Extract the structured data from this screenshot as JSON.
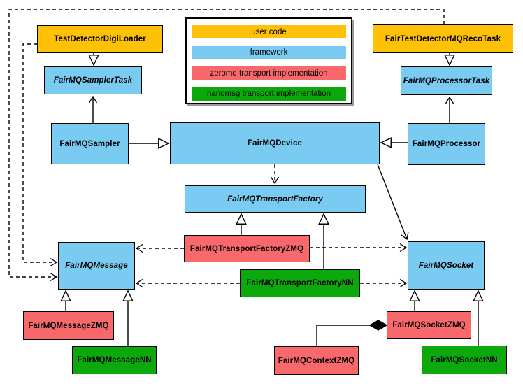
{
  "colors": {
    "user_code": "#FFC107",
    "framework": "#79CBF1",
    "zeromq": "#F9696C",
    "nanomsg": "#0BA90B",
    "line": "#000000",
    "legend_shadow": "#9b9b9b"
  },
  "legend": {
    "items": [
      {
        "label": "user code",
        "color_key": "user_code"
      },
      {
        "label": "framework",
        "color_key": "framework"
      },
      {
        "label": "zeromq transport implementation",
        "color_key": "zeromq"
      },
      {
        "label": "nanomsg transport implementation",
        "color_key": "nanomsg"
      }
    ]
  },
  "nodes": {
    "test_detector_digi_loader": {
      "label": "TestDetectorDigiLoader",
      "category": "user_code",
      "abstract": false
    },
    "fair_test_detector_mq_reco_task": {
      "label": "FairTestDetectorMQRecoTask",
      "category": "user_code",
      "abstract": false
    },
    "fair_mq_sampler_task": {
      "label": "FairMQSamplerTask",
      "category": "framework",
      "abstract": true
    },
    "fair_mq_processor_task": {
      "label": "FairMQProcessorTask",
      "category": "framework",
      "abstract": true
    },
    "fair_mq_sampler": {
      "label": "FairMQSampler",
      "category": "framework",
      "abstract": false
    },
    "fair_mq_device": {
      "label": "FairMQDevice",
      "category": "framework",
      "abstract": false
    },
    "fair_mq_processor": {
      "label": "FairMQProcessor",
      "category": "framework",
      "abstract": false
    },
    "fair_mq_transport_factory": {
      "label": "FairMQTransportFactory",
      "category": "framework",
      "abstract": true
    },
    "fair_mq_transport_factory_zmq": {
      "label": "FairMQTransportFactoryZMQ",
      "category": "zeromq",
      "abstract": false
    },
    "fair_mq_transport_factory_nn": {
      "label": "FairMQTransportFactoryNN",
      "category": "nanomsg",
      "abstract": false
    },
    "fair_mq_message": {
      "label": "FairMQMessage",
      "category": "framework",
      "abstract": true
    },
    "fair_mq_socket": {
      "label": "FairMQSocket",
      "category": "framework",
      "abstract": true
    },
    "fair_mq_message_zmq": {
      "label": "FairMQMessageZMQ",
      "category": "zeromq",
      "abstract": false
    },
    "fair_mq_message_nn": {
      "label": "FairMQMessageNN",
      "category": "nanomsg",
      "abstract": false
    },
    "fair_mq_context_zmq": {
      "label": "FairMQContextZMQ",
      "category": "zeromq",
      "abstract": false
    },
    "fair_mq_socket_zmq": {
      "label": "FairMQSocketZMQ",
      "category": "zeromq",
      "abstract": false
    },
    "fair_mq_socket_nn": {
      "label": "FairMQSocketNN",
      "category": "nanomsg",
      "abstract": false
    }
  },
  "relationships": [
    {
      "from": "TestDetectorDigiLoader",
      "to": "FairMQSamplerTask",
      "type": "inheritance",
      "line": "solid"
    },
    {
      "from": "FairTestDetectorMQRecoTask",
      "to": "FairMQProcessorTask",
      "type": "inheritance",
      "line": "solid"
    },
    {
      "from": "FairMQSampler",
      "to": "FairMQDevice",
      "type": "inheritance",
      "line": "solid"
    },
    {
      "from": "FairMQProcessor",
      "to": "FairMQDevice",
      "type": "inheritance",
      "line": "solid"
    },
    {
      "from": "FairMQSampler",
      "to": "FairMQSamplerTask",
      "type": "association",
      "line": "solid"
    },
    {
      "from": "FairMQProcessor",
      "to": "FairMQProcessorTask",
      "type": "association",
      "line": "solid"
    },
    {
      "from": "FairMQDevice",
      "to": "FairMQTransportFactory",
      "type": "dependency",
      "line": "dashed"
    },
    {
      "from": "FairMQDevice",
      "to": "FairMQSocket",
      "type": "association",
      "line": "solid"
    },
    {
      "from": "FairMQTransportFactoryZMQ",
      "to": "FairMQTransportFactory",
      "type": "inheritance",
      "line": "solid"
    },
    {
      "from": "FairMQTransportFactoryNN",
      "to": "FairMQTransportFactory",
      "type": "inheritance",
      "line": "solid"
    },
    {
      "from": "TestDetectorDigiLoader",
      "to": "FairMQMessage",
      "type": "dependency",
      "line": "dashed"
    },
    {
      "from": "FairTestDetectorMQRecoTask",
      "to": "FairMQMessage",
      "type": "dependency",
      "line": "dashed"
    },
    {
      "from": "FairMQTransportFactoryZMQ",
      "to": "FairMQMessage",
      "type": "dependency",
      "line": "dashed"
    },
    {
      "from": "FairMQTransportFactoryZMQ",
      "to": "FairMQSocket",
      "type": "dependency",
      "line": "dashed"
    },
    {
      "from": "FairMQTransportFactoryNN",
      "to": "FairMQMessage",
      "type": "dependency",
      "line": "dashed"
    },
    {
      "from": "FairMQTransportFactoryNN",
      "to": "FairMQSocket",
      "type": "dependency",
      "line": "dashed"
    },
    {
      "from": "FairMQMessageZMQ",
      "to": "FairMQMessage",
      "type": "inheritance",
      "line": "solid"
    },
    {
      "from": "FairMQMessageNN",
      "to": "FairMQMessage",
      "type": "inheritance",
      "line": "solid"
    },
    {
      "from": "FairMQSocketZMQ",
      "to": "FairMQSocket",
      "type": "inheritance",
      "line": "solid"
    },
    {
      "from": "FairMQSocketNN",
      "to": "FairMQSocket",
      "type": "inheritance",
      "line": "solid"
    },
    {
      "from": "FairMQSocketZMQ",
      "to": "FairMQContextZMQ",
      "type": "composition",
      "line": "solid"
    }
  ]
}
